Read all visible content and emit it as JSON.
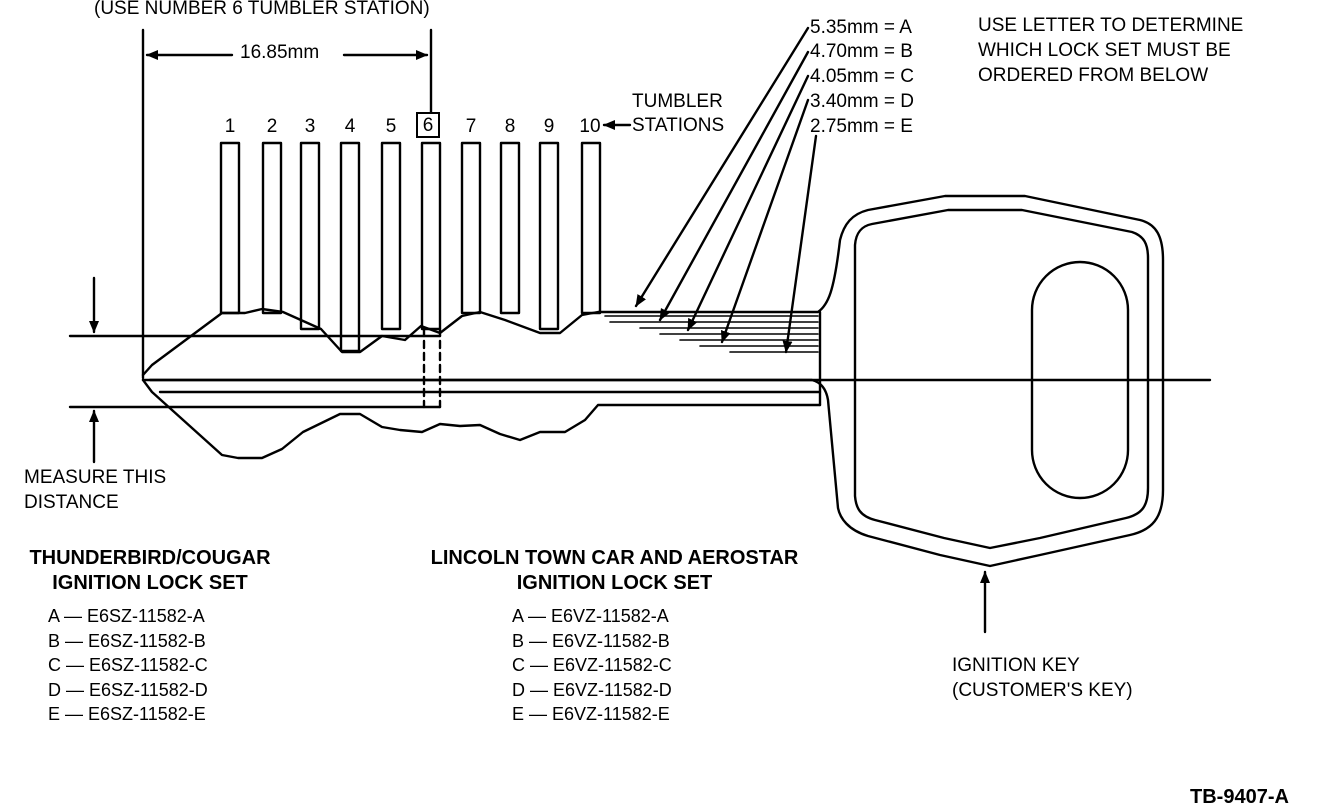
{
  "diagram": {
    "top_note": "(USE NUMBER 6 TUMBLER STATION)",
    "dimension_label": "16.85mm",
    "tumbler_numbers": [
      "1",
      "2",
      "3",
      "4",
      "5",
      "6",
      "7",
      "8",
      "9",
      "10"
    ],
    "highlighted_station": "6",
    "tumbler_stations_label": [
      "TUMBLER",
      "STATIONS"
    ],
    "depth_codes": [
      "5.35mm = A",
      "4.70mm = B",
      "4.05mm = C",
      "3.40mm = D",
      "2.75mm = E"
    ],
    "instruction_note": [
      "USE LETTER TO DETERMINE",
      "WHICH LOCK SET MUST BE",
      "ORDERED FROM BELOW"
    ],
    "measure_label": [
      "MEASURE THIS",
      "DISTANCE"
    ],
    "key_label": [
      "IGNITION KEY",
      "(CUSTOMER'S KEY)"
    ],
    "figure_id": "TB-9407-A"
  },
  "lock_sets": [
    {
      "title": [
        "THUNDERBIRD/COUGAR",
        "IGNITION LOCK SET"
      ],
      "parts": [
        "A — E6SZ-11582-A",
        "B — E6SZ-11582-B",
        "C — E6SZ-11582-C",
        "D — E6SZ-11582-D",
        "E — E6SZ-11582-E"
      ]
    },
    {
      "title": [
        "LINCOLN TOWN CAR AND AEROSTAR",
        "IGNITION LOCK SET"
      ],
      "parts": [
        "A — E6VZ-11582-A",
        "B — E6VZ-11582-B",
        "C — E6VZ-11582-C",
        "D — E6VZ-11582-D",
        "E — E6VZ-11582-E"
      ]
    }
  ]
}
